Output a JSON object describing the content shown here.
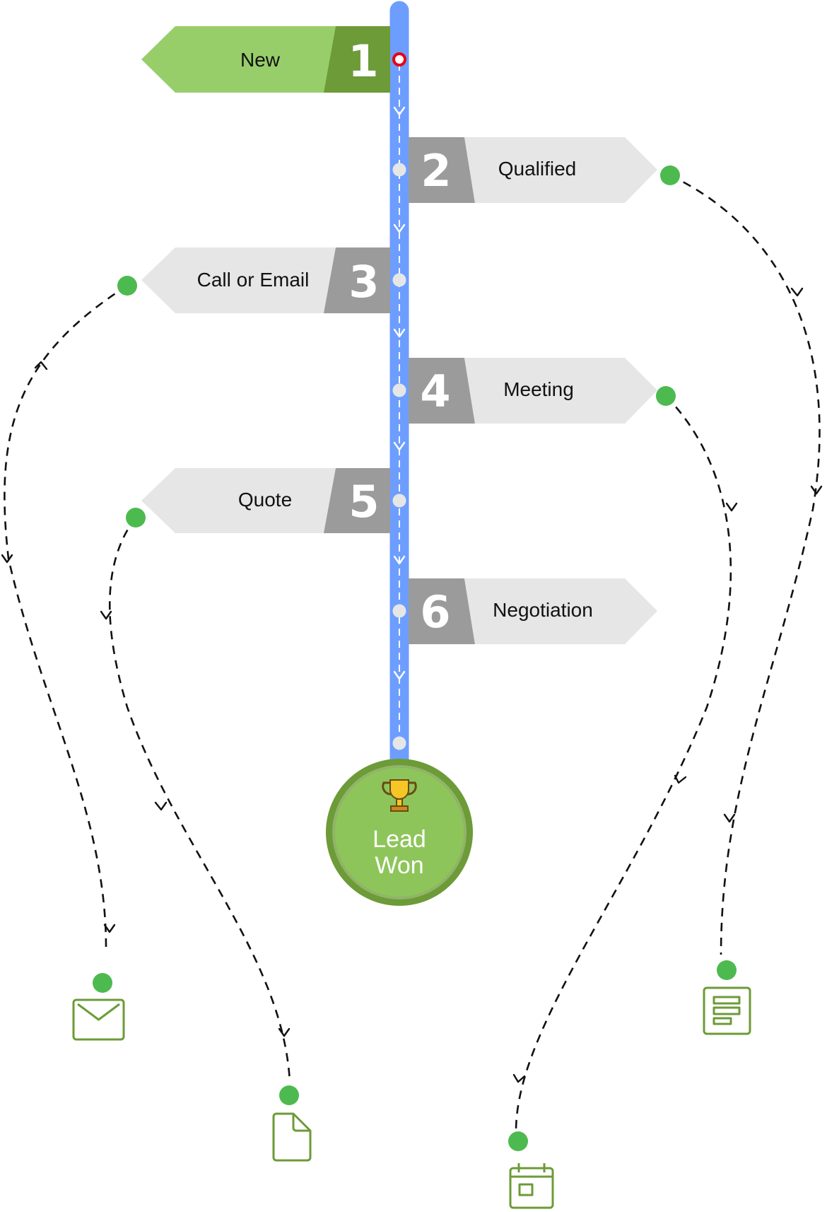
{
  "stages": [
    {
      "number": "1",
      "label": "New",
      "side": "left",
      "state": "current"
    },
    {
      "number": "2",
      "label": "Qualified",
      "side": "right",
      "state": "pending"
    },
    {
      "number": "3",
      "label": "Call or Email",
      "side": "left",
      "state": "pending"
    },
    {
      "number": "4",
      "label": "Meeting",
      "side": "right",
      "state": "pending"
    },
    {
      "number": "5",
      "label": "Quote",
      "side": "left",
      "state": "pending"
    },
    {
      "number": "6",
      "label": "Negotiation",
      "side": "right",
      "state": "pending"
    }
  ],
  "goal": {
    "line1": "Lead",
    "line2": "Won",
    "icon": "trophy-icon"
  },
  "actions": [
    {
      "from_stage": "3",
      "icon": "email-icon"
    },
    {
      "from_stage": "5",
      "icon": "document-icon"
    },
    {
      "from_stage": "4",
      "icon": "calendar-icon"
    },
    {
      "from_stage": "2",
      "icon": "note-icon"
    }
  ],
  "colors": {
    "track": "#6d9eff",
    "current_sign": "#98ce6a",
    "current_number": "#6c9b37",
    "pending_sign": "#e6e6e6",
    "pending_number": "#9b9b9b",
    "goal_fill": "#8dc55a",
    "goal_ring": "#6c9b37",
    "connector_dot": "#4dba4f",
    "icon_stroke": "#6c9b37",
    "current_marker": "#e8000f"
  }
}
